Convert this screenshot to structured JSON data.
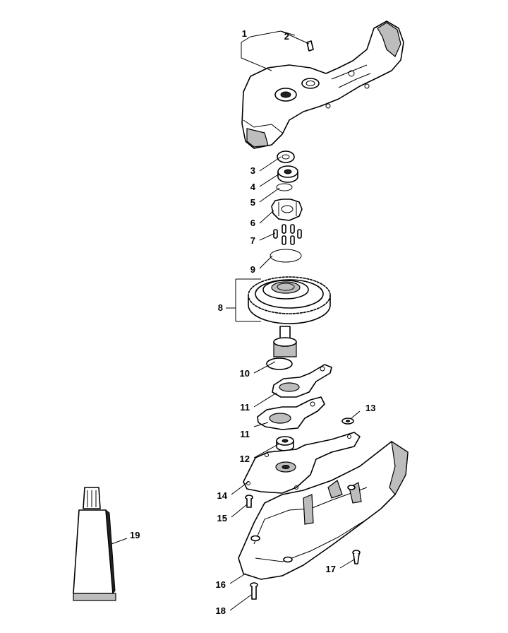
{
  "callouts": [
    {
      "id": "1",
      "label": "1"
    },
    {
      "id": "2",
      "label": "2"
    },
    {
      "id": "3",
      "label": "3"
    },
    {
      "id": "4",
      "label": "4"
    },
    {
      "id": "5",
      "label": "5"
    },
    {
      "id": "6",
      "label": "6"
    },
    {
      "id": "7",
      "label": "7"
    },
    {
      "id": "9",
      "label": "9"
    },
    {
      "id": "8",
      "label": "8"
    },
    {
      "id": "10",
      "label": "10"
    },
    {
      "id": "11a",
      "label": "11"
    },
    {
      "id": "13",
      "label": "13"
    },
    {
      "id": "11b",
      "label": "11"
    },
    {
      "id": "12",
      "label": "12"
    },
    {
      "id": "14",
      "label": "14"
    },
    {
      "id": "15",
      "label": "15"
    },
    {
      "id": "19",
      "label": "19"
    },
    {
      "id": "17",
      "label": "17"
    },
    {
      "id": "16",
      "label": "16"
    },
    {
      "id": "18",
      "label": "18"
    }
  ]
}
